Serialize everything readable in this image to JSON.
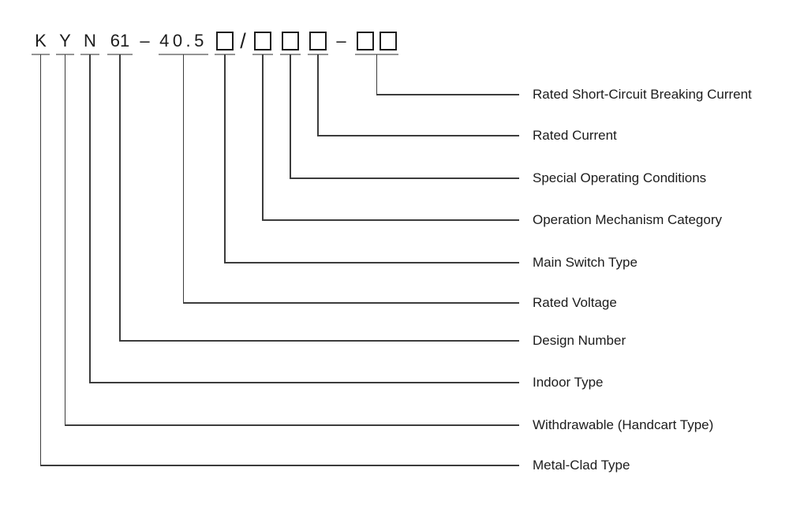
{
  "diagram": {
    "code_segments": [
      {
        "text": "K",
        "type": "char"
      },
      {
        "text": "Y",
        "type": "char"
      },
      {
        "text": "N",
        "type": "char"
      },
      {
        "text": "61",
        "type": "char"
      },
      {
        "text": "–",
        "type": "separator"
      },
      {
        "text": "40.5",
        "type": "char"
      },
      {
        "type": "box"
      },
      {
        "text": "/",
        "type": "separator"
      },
      {
        "type": "box"
      },
      {
        "type": "box"
      },
      {
        "type": "box"
      },
      {
        "text": "–",
        "type": "separator"
      },
      {
        "type": "box-pair"
      }
    ],
    "rows": [
      {
        "label": "Rated Short-Circuit Breaking Current",
        "segment": 12
      },
      {
        "label": "Rated Current",
        "segment": 10
      },
      {
        "label": "Special Operating Conditions",
        "segment": 9
      },
      {
        "label": "Operation Mechanism Category",
        "segment": 8
      },
      {
        "label": "Main Switch Type",
        "segment": 6
      },
      {
        "label": "Rated Voltage",
        "segment": 5
      },
      {
        "label": "Design Number",
        "segment": 3
      },
      {
        "label": "Indoor Type",
        "segment": 2
      },
      {
        "label": "Withdrawable (Handcart Type)",
        "segment": 1
      },
      {
        "label": "Metal-Clad Type",
        "segment": 0
      }
    ],
    "colors": {
      "text": "#1c1c1c",
      "line": "#3c3c3c",
      "underline": "#949494",
      "background": "#ffffff"
    }
  }
}
